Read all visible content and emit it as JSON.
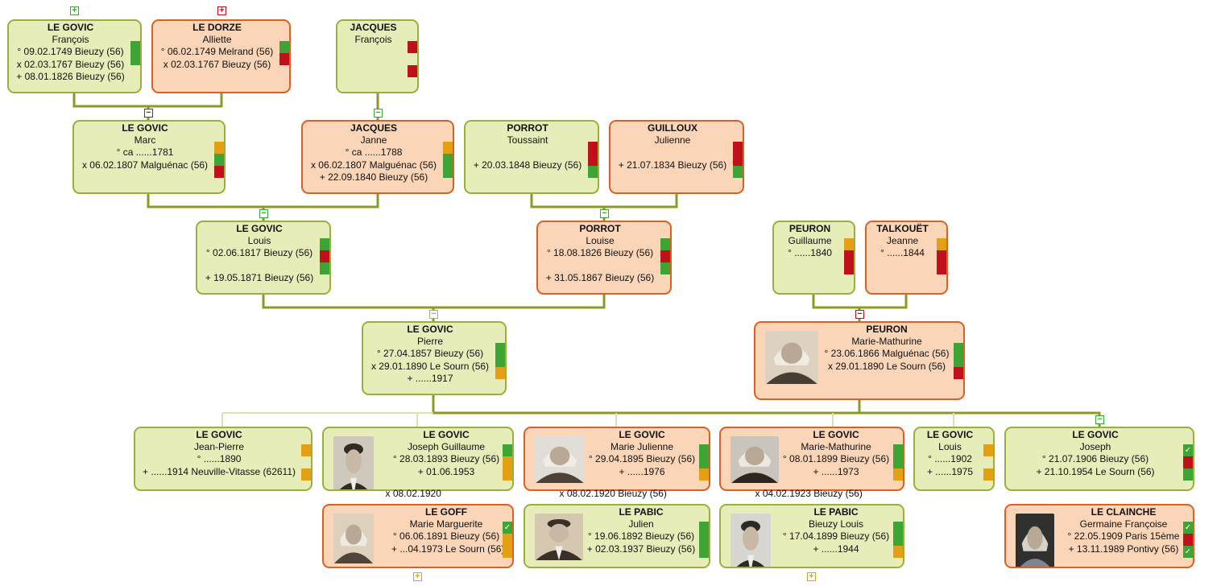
{
  "colors": {
    "male_bg": "#e6edb8",
    "male_border": "#9aaf3c",
    "female_bg": "#fbd5b8",
    "female_border": "#dc6024",
    "green": "#3da534",
    "red": "#c0111a",
    "amber": "#e3a015",
    "line": "#8c9a25",
    "line_light": "#d9e2b0"
  },
  "persons": [
    {
      "id": "p1",
      "sex": "m",
      "surname": "LE GOVIC",
      "given": "François",
      "events": [
        "° 09.02.1749 Bieuzy (56)",
        "x 02.03.1767 Bieuzy (56)",
        "+ 08.01.1826 Bieuzy (56)"
      ],
      "ind": [
        "n",
        "g",
        "g",
        "n"
      ]
    },
    {
      "id": "p2",
      "sex": "f",
      "surname": "LE DORZE",
      "given": "Alliette",
      "events": [
        "° 06.02.1749 Melrand (56)",
        "x 02.03.1767 Bieuzy (56)"
      ],
      "ind": [
        "n",
        "g",
        "r",
        "n"
      ]
    },
    {
      "id": "p3",
      "sex": "m",
      "surname": "JACQUES",
      "given": "François",
      "events": [],
      "ind": [
        "n",
        "r",
        "n",
        "r"
      ]
    },
    {
      "id": "p4",
      "sex": "m",
      "surname": "LE GOVIC",
      "given": "Marc",
      "events": [
        "° ca ......1781",
        "x 06.02.1807 Malguénac (56)"
      ],
      "ind": [
        "n",
        "y",
        "g",
        "r"
      ]
    },
    {
      "id": "p5",
      "sex": "f",
      "surname": "JACQUES",
      "given": "Janne",
      "events": [
        "° ca ......1788",
        "x 06.02.1807 Malguénac (56)",
        "+ 22.09.1840 Bieuzy (56)"
      ],
      "ind": [
        "n",
        "y",
        "g",
        "g"
      ]
    },
    {
      "id": "p6",
      "sex": "m",
      "surname": "PORROT",
      "given": "Toussaint",
      "events": [
        "",
        "+ 20.03.1848 Bieuzy (56)"
      ],
      "ind": [
        "n",
        "r",
        "r",
        "g"
      ]
    },
    {
      "id": "p7",
      "sex": "f",
      "surname": "GUILLOUX",
      "given": "Julienne",
      "events": [
        "",
        "+ 21.07.1834 Bieuzy (56)"
      ],
      "ind": [
        "n",
        "r",
        "r",
        "g"
      ]
    },
    {
      "id": "p8",
      "sex": "m",
      "surname": "LE GOVIC",
      "given": "Louis",
      "events": [
        "° 02.06.1817 Bieuzy (56)",
        "",
        "+ 19.05.1871 Bieuzy (56)"
      ],
      "ind": [
        "g",
        "r",
        "g"
      ]
    },
    {
      "id": "p9",
      "sex": "f",
      "surname": "PORROT",
      "given": "Louise",
      "events": [
        "° 18.08.1826 Bieuzy (56)",
        "",
        "+ 31.05.1867 Bieuzy (56)"
      ],
      "ind": [
        "g",
        "r",
        "g"
      ]
    },
    {
      "id": "p10",
      "sex": "m",
      "surname": "PEURON",
      "given": "Guillaume",
      "events": [
        "° ......1840"
      ],
      "ind": [
        "y",
        "r",
        "r"
      ]
    },
    {
      "id": "p11",
      "sex": "f",
      "surname": "TALKOUËT",
      "given": "Jeanne",
      "events": [
        "° ......1844"
      ],
      "ind": [
        "y",
        "r",
        "r"
      ]
    },
    {
      "id": "p12",
      "sex": "m",
      "surname": "LE GOVIC",
      "given": "Pierre",
      "events": [
        "° 27.04.1857 Bieuzy (56)",
        "x 29.01.1890 Le Sourn (56)",
        "+ ......1917"
      ],
      "ind": [
        "n",
        "g",
        "g",
        "y"
      ]
    },
    {
      "id": "p13",
      "sex": "f",
      "surname": "PEURON",
      "given": "Marie-Mathurine",
      "events": [
        "° 23.06.1866 Malguénac (56)",
        "x 29.01.1890 Le Sourn (56)"
      ],
      "ind": [
        "n",
        "g",
        "g",
        "r"
      ]
    },
    {
      "id": "p14",
      "sex": "m",
      "surname": "LE GOVIC",
      "given": "Jean-Pierre",
      "events": [
        "° ......1890",
        "+ ......1914 Neuville-Vitasse (62611)"
      ],
      "ind": [
        "y",
        "n",
        "y"
      ]
    },
    {
      "id": "p15",
      "sex": "m",
      "surname": "LE GOVIC",
      "given": "Joseph Guillaume",
      "events": [
        "° 28.03.1893 Bieuzy (56)",
        "+ 01.06.1953"
      ],
      "ind": [
        "g",
        "y",
        "y"
      ]
    },
    {
      "id": "p16",
      "sex": "f",
      "surname": "LE GOVIC",
      "given": "Marie Julienne",
      "events": [
        "° 29.04.1895 Bieuzy (56)",
        "+ ......1976"
      ],
      "ind": [
        "g",
        "g",
        "y"
      ]
    },
    {
      "id": "p17",
      "sex": "f",
      "surname": "LE GOVIC",
      "given": "Marie-Mathurine",
      "events": [
        "° 08.01.1899 Bieuzy (56)",
        "+ ......1973"
      ],
      "ind": [
        "g",
        "g",
        "y"
      ]
    },
    {
      "id": "p18",
      "sex": "m",
      "surname": "LE GOVIC",
      "given": "Louis",
      "events": [
        "° ......1902",
        "+ ......1975"
      ],
      "ind": [
        "y",
        "n",
        "y"
      ]
    },
    {
      "id": "p19",
      "sex": "m",
      "surname": "LE GOVIC",
      "given": "Joseph",
      "events": [
        "° 21.07.1906 Bieuzy (56)",
        "+ 21.10.1954 Le Sourn (56)"
      ],
      "ind": [
        "check",
        "r",
        "g"
      ]
    },
    {
      "id": "p20",
      "sex": "f",
      "surname": "LE GOFF",
      "given": "Marie Marguerite",
      "events": [
        "° 06.06.1891 Bieuzy (56)",
        "+ ...04.1973 Le Sourn (56)"
      ],
      "ind": [
        "check",
        "y",
        "y"
      ]
    },
    {
      "id": "p21",
      "sex": "m",
      "surname": "LE PABIC",
      "given": "Julien",
      "events": [
        "° 19.06.1892 Bieuzy (56)",
        "+ 02.03.1937 Bieuzy (56)"
      ],
      "ind": [
        "g",
        "g",
        "g"
      ]
    },
    {
      "id": "p22",
      "sex": "m",
      "surname": "LE PABIC",
      "given": "Bieuzy Louis",
      "events": [
        "° 17.04.1899 Bieuzy (56)",
        "+ ......1944"
      ],
      "ind": [
        "g",
        "g",
        "y"
      ]
    },
    {
      "id": "p23",
      "sex": "f",
      "surname": "LE CLAINCHE",
      "given": "Germaine Françoise",
      "events": [
        "° 22.05.1909 Paris 15ème",
        "+ 13.11.1989 Pontivy (56)"
      ],
      "ind": [
        "check",
        "r",
        "check"
      ]
    }
  ],
  "marriage_labels": [
    "x 08.02.1920",
    "x 08.02.1920 Bieuzy (56)",
    "x 04.02.1923 Bieuzy (56)"
  ],
  "toggles": {
    "expand": "+",
    "collapse": "−"
  }
}
